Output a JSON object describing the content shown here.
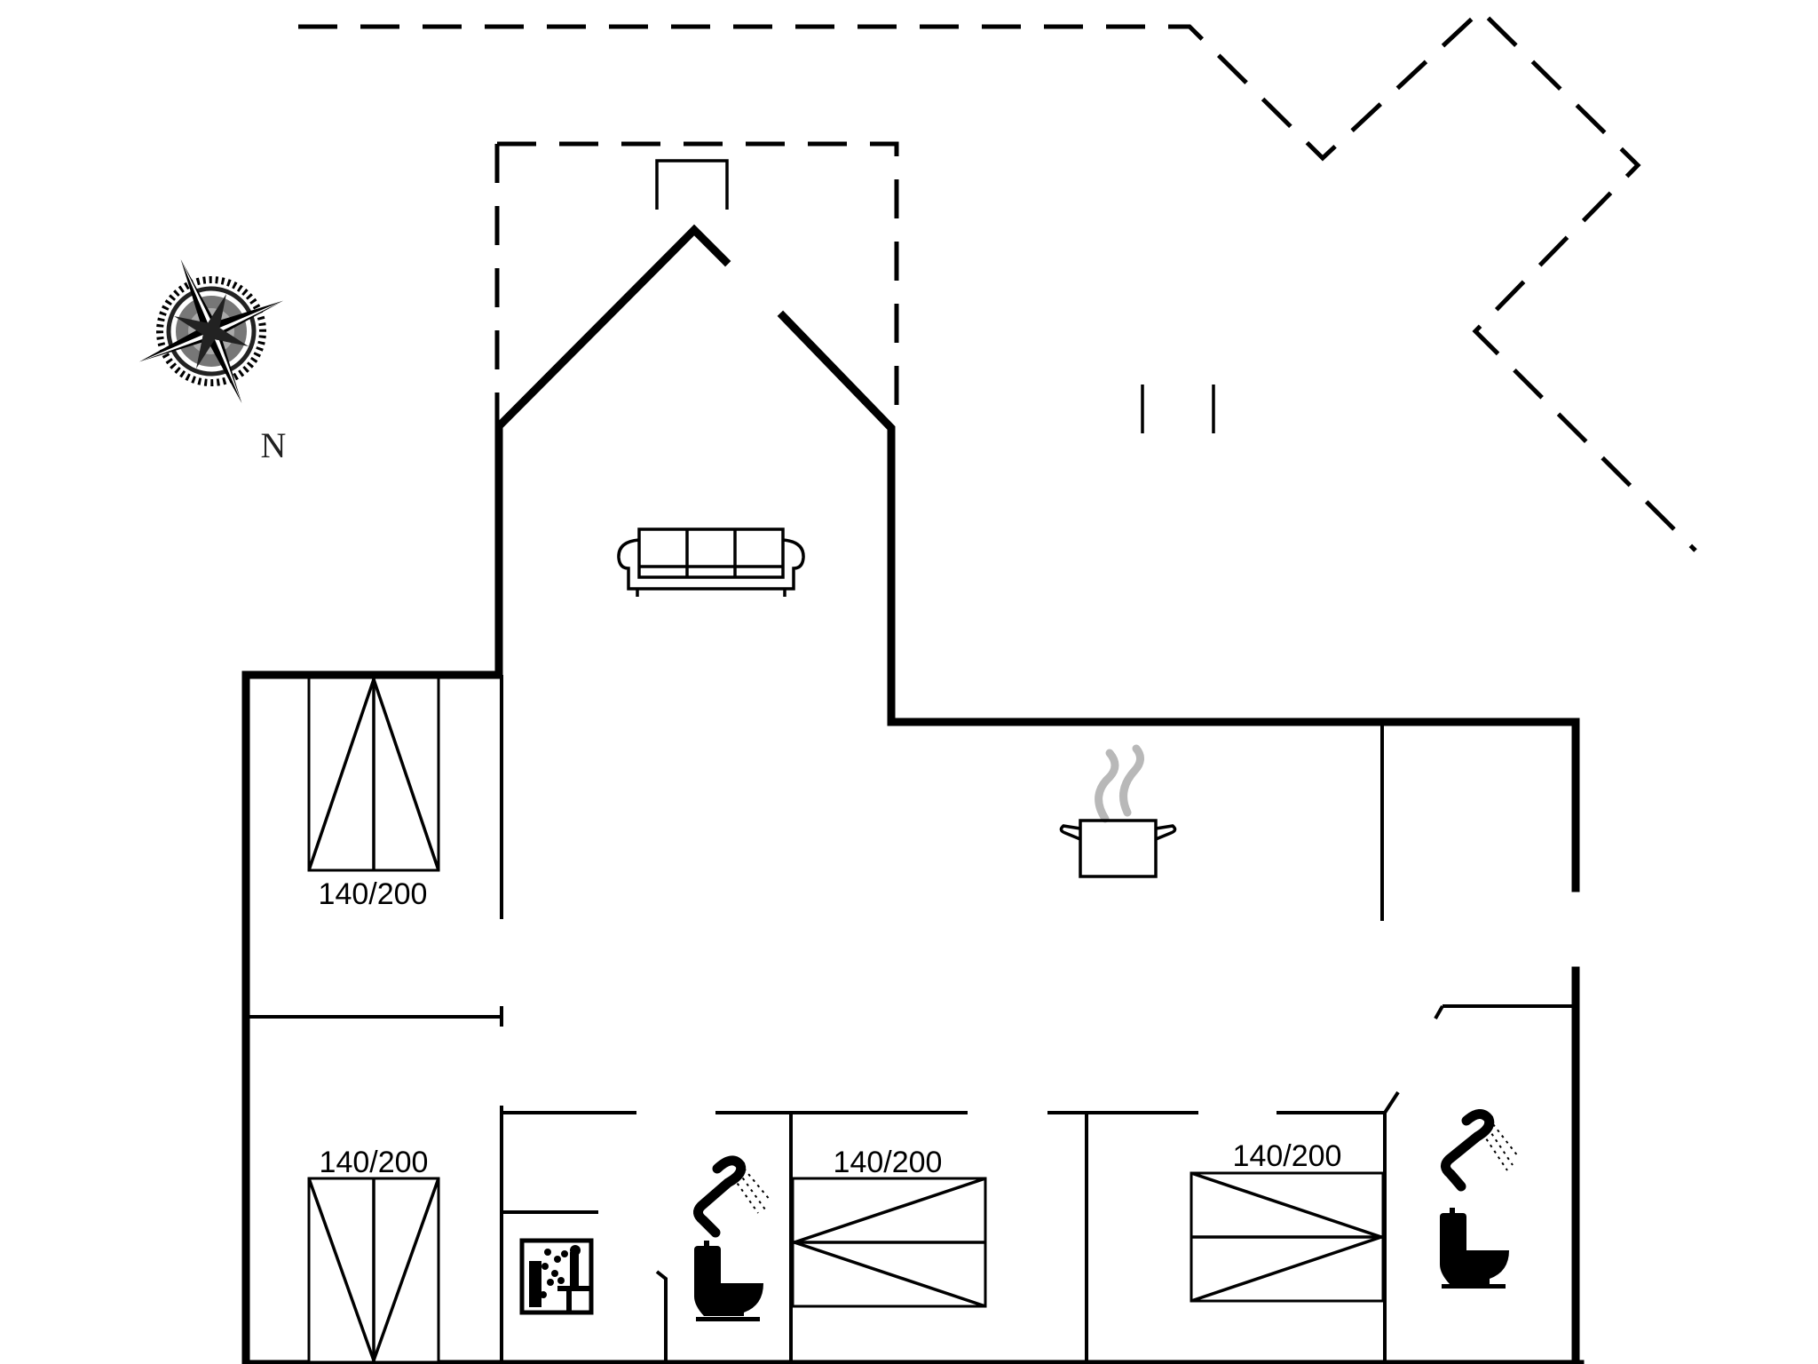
{
  "plan": {
    "type": "floor-plan",
    "compass": {
      "label": "N",
      "icon": "compass-rose-icon"
    },
    "rooms": [
      {
        "id": "bedroom-1",
        "bed_label": "140/200",
        "icon": "double-bed-icon"
      },
      {
        "id": "bedroom-2",
        "bed_label": "140/200",
        "icon": "double-bed-icon"
      },
      {
        "id": "bedroom-3",
        "bed_label": "140/200",
        "icon": "double-bed-icon"
      },
      {
        "id": "bedroom-4",
        "bed_label": "140/200",
        "icon": "double-bed-icon"
      },
      {
        "id": "living-room",
        "icon": "sofa-icon"
      },
      {
        "id": "kitchen",
        "icon": "cooking-pot-icon"
      },
      {
        "id": "bathroom-1",
        "icons": [
          "shower-icon",
          "toilet-icon"
        ]
      },
      {
        "id": "bathroom-2",
        "icons": [
          "shower-icon",
          "toilet-icon"
        ]
      },
      {
        "id": "utility",
        "icon": "washing-machine-icon"
      }
    ],
    "colors": {
      "wall": "#000000",
      "background": "#ffffff",
      "steam": "#b8b8b8"
    }
  }
}
